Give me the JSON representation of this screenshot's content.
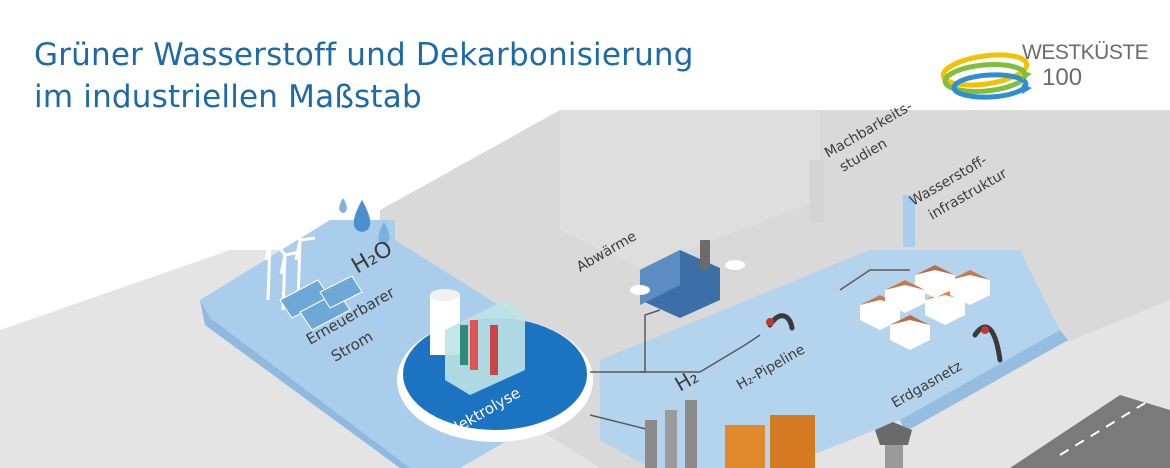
{
  "title": {
    "line1": "Grüner Wasserstoff und Dekarbonisierung",
    "line2": "im industriellen Maßstab"
  },
  "logo": {
    "line1": "WESTKÜSTE",
    "line2": "100"
  },
  "labels": {
    "h2o": "H₂O",
    "erneuerbar_1": "Erneuerbarer",
    "erneuerbar_2": "Strom",
    "elektrolyse": "Elektrolyse",
    "abwaerme": "Abwärme",
    "h2": "H₂",
    "pipeline": "H₂-Pipeline",
    "erdgasnetz": "Erdgasnetz",
    "machbarkeit_1": "Machbarkeits-",
    "machbarkeit_2": "studien",
    "wasserstoff_1": "Wasserstoff-",
    "wasserstoff_2": "infrastruktur"
  },
  "colors": {
    "title_blue": "#1d6aa8",
    "water_blue": "#a9cdea",
    "elektrolyse_blue": "#1b73c2",
    "platform_gray": "#d8d8d8",
    "floor_gray": "#e2e2e2"
  }
}
